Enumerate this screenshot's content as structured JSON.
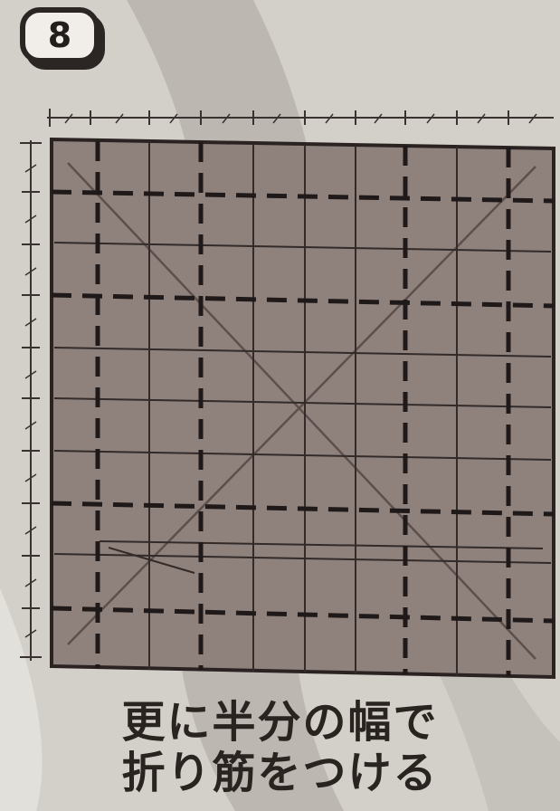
{
  "step": {
    "number": "8"
  },
  "caption": {
    "line1": "更に半分の幅で",
    "line2": "折り筋をつける"
  },
  "colors": {
    "paper": "#8f827d",
    "ink": "#2a2322",
    "background": "#cfccc6"
  },
  "icons": {
    "step_badge": "rounded-number-badge",
    "ruler": "ruler-scale"
  }
}
